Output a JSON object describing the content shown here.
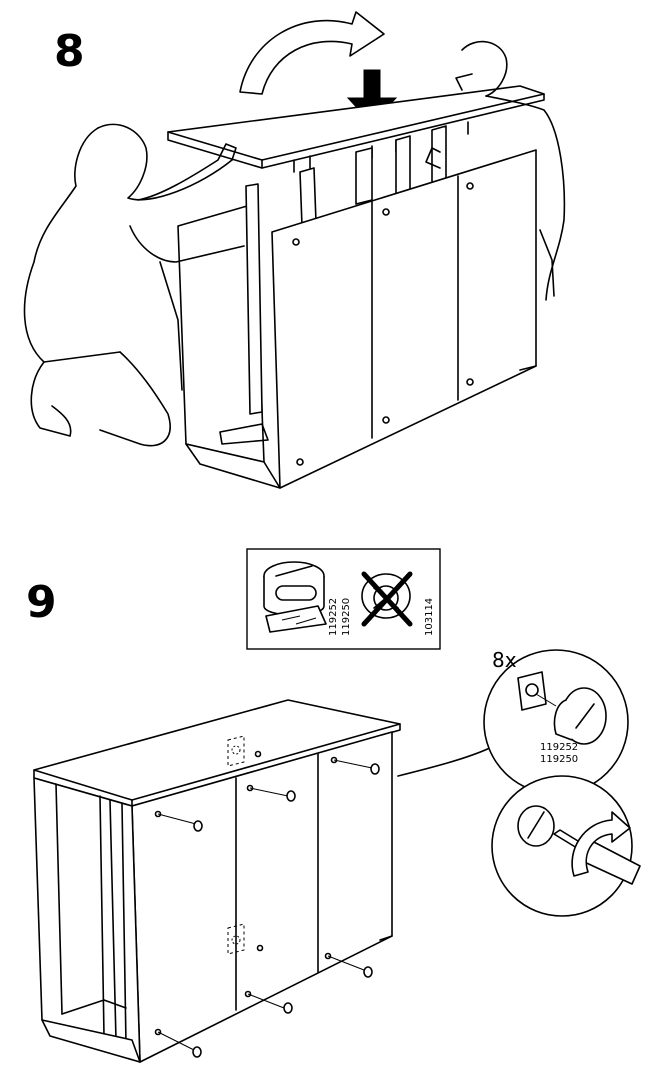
{
  "steps": [
    {
      "number": "8"
    },
    {
      "number": "9"
    }
  ],
  "part_box": {
    "correct_part_ids": [
      "119252",
      "119250"
    ],
    "wrong_part_id": "103114"
  },
  "callout": {
    "quantity": "8x",
    "part_ids": [
      "119252",
      "119250"
    ]
  },
  "icons": [
    "rotate-arrow-icon",
    "down-arrow-icon",
    "cross-mark-icon",
    "turn-direction-arrow-icon"
  ]
}
